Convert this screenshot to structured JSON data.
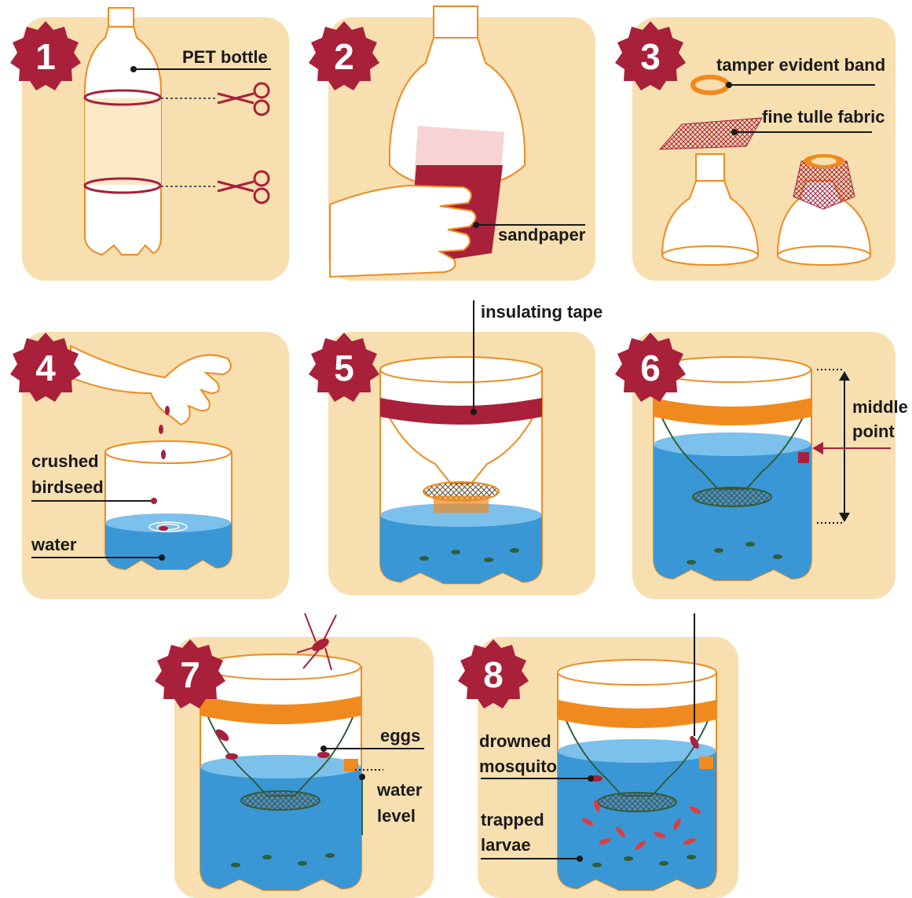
{
  "colors": {
    "panel": "#f7dfb0",
    "badge": "#a8203a",
    "orange": "#f08a1e",
    "water": "#3a97d6",
    "tape": "#a8203a",
    "leader": "#1a1a1a"
  },
  "steps": [
    {
      "number": "1",
      "labels": {
        "bottle": "PET bottle"
      }
    },
    {
      "number": "2",
      "labels": {
        "sandpaper": "sandpaper"
      }
    },
    {
      "number": "3",
      "labels": {
        "band": "tamper evident band",
        "tulle": "fine tulle fabric"
      }
    },
    {
      "number": "4",
      "labels": {
        "seed_1": "crushed",
        "seed_2": "birdseed",
        "water": "water"
      }
    },
    {
      "number": "5",
      "labels": {
        "tape": "insulating tape"
      }
    },
    {
      "number": "6",
      "labels": {
        "middle_1": "middle",
        "middle_2": "point"
      }
    },
    {
      "number": "7",
      "labels": {
        "eggs": "eggs",
        "level_1": "water",
        "level_2": "level"
      }
    },
    {
      "number": "8",
      "labels": {
        "drowned_1": "drowned",
        "drowned_2": "mosquito",
        "larvae_1": "trapped",
        "larvae_2": "larvae"
      }
    }
  ]
}
